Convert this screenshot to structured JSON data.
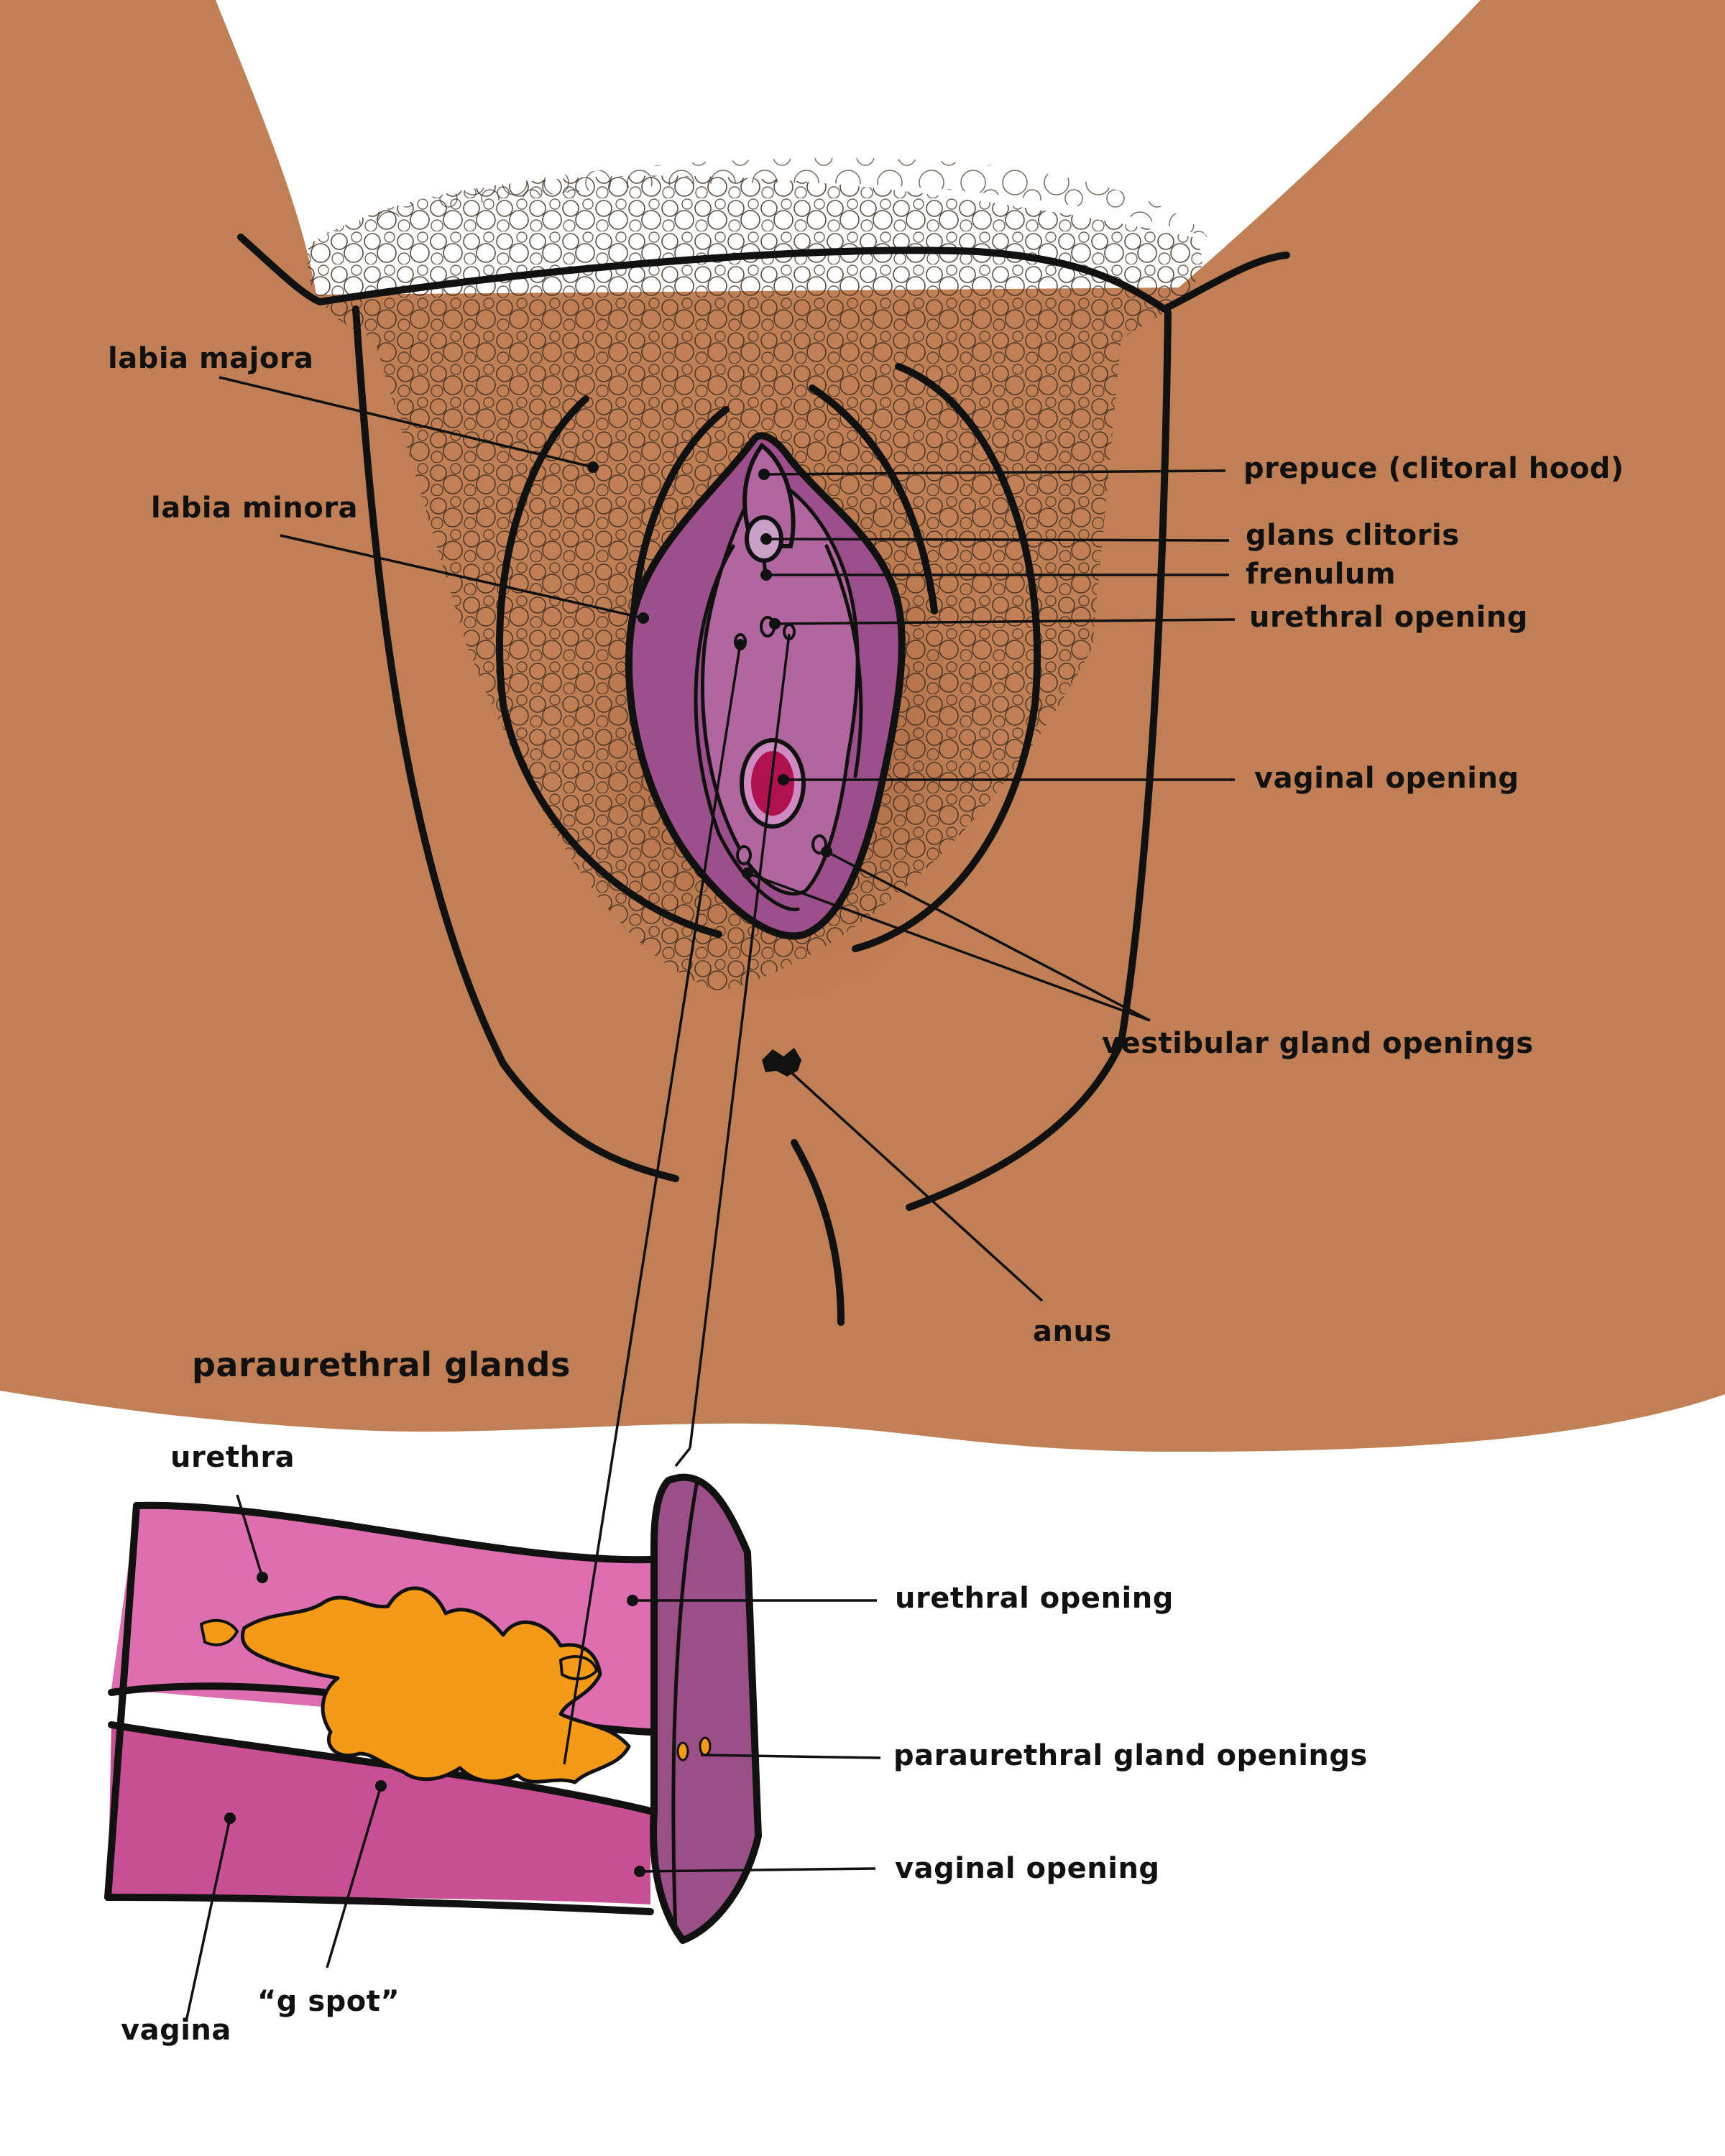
{
  "vulva": {
    "labels": {
      "labia_majora": "labia majora",
      "labia_minora": "labia minora",
      "prepuce": "prepuce (clitoral hood)",
      "glans_clitoris": "glans clitoris",
      "frenulum": "frenulum",
      "urethral_opening": "urethral opening",
      "vaginal_opening": "vaginal opening",
      "vestibular_gland_openings": "vestibular gland openings",
      "anus": "anus"
    }
  },
  "inset": {
    "heading": "paraurethral glands",
    "labels": {
      "urethra": "urethra",
      "urethral_opening": "urethral opening",
      "paraurethral_gland_openings": "paraurethral gland openings",
      "vaginal_opening": "vaginal opening",
      "vagina": "vagina",
      "g_spot": "“g spot”"
    }
  },
  "colors": {
    "skin": "#c17f55",
    "skin_shadow": "#9a5a37",
    "hair": "#3a2a1e",
    "vulva_purple": "#9c4f8a",
    "vulva_light": "#b166a0",
    "vaginal_red": "#b0124f",
    "urethra_pink": "#dd6fb1",
    "vagina_pink": "#c84f93",
    "opening_purple": "#9a5087",
    "gland_orange": "#f59a16",
    "outline": "#111111"
  }
}
